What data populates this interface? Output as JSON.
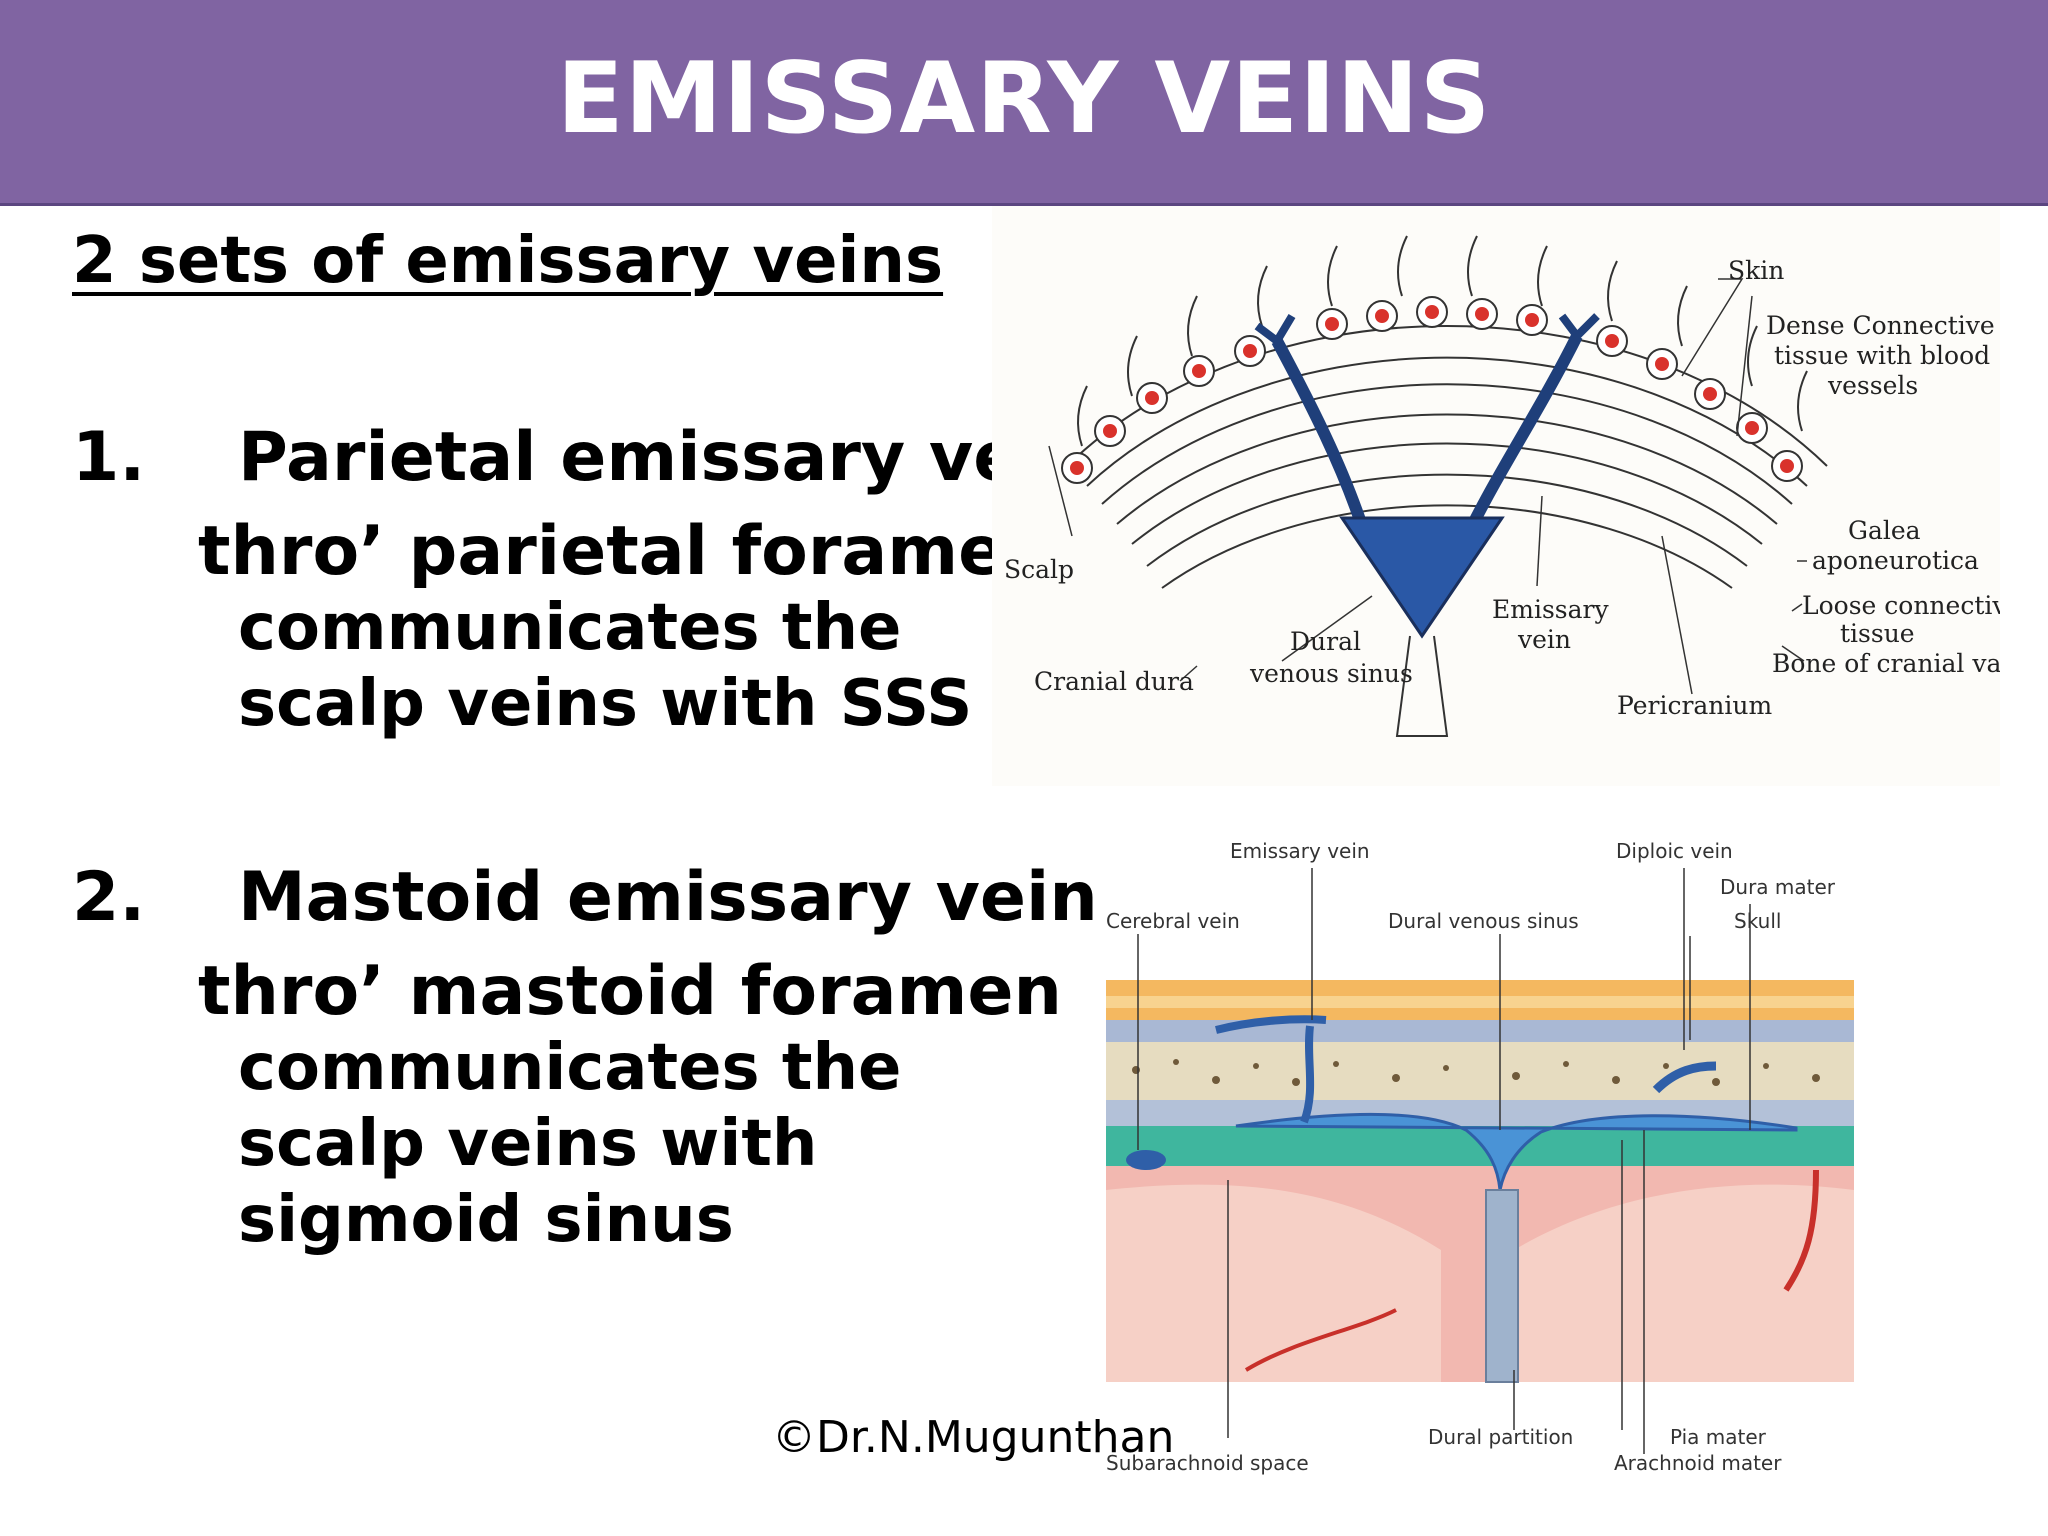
{
  "header": {
    "title": "EMISSARY VEINS"
  },
  "subtitle": "2 sets of emissary veins",
  "items": [
    {
      "number": "1.",
      "heading": "Parietal emissary vein",
      "line1": "thro’ parietal foramen",
      "cont": [
        "communicates the",
        "scalp veins with SSS"
      ]
    },
    {
      "number": "2.",
      "heading": "Mastoid emissary vein",
      "line1": "thro’ mastoid foramen",
      "cont": [
        "communicates the",
        "scalp veins with",
        "sigmoid sinus"
      ]
    }
  ],
  "copyright": "©Dr.N.Mugunthan",
  "figure1": {
    "labels": {
      "skin": "Skin",
      "dense1": "Dense Connective",
      "dense2": "tissue with blood",
      "dense3": "vessels",
      "galea1": "Galea",
      "galea2": "aponeurotica",
      "loose1": "Loose connective",
      "loose2": "tissue",
      "bone": "Bone of cranial vault",
      "scalp": "Scalp",
      "cranial_dura": "Cranial dura",
      "dural1": "Dural",
      "dural2": "venous sinus",
      "emissary1": "Emissary",
      "emissary2": "vein",
      "pericranium": "Pericranium"
    }
  },
  "figure2": {
    "labels": {
      "emissary_vein": "Emissary vein",
      "diploic_vein": "Diploic vein",
      "dura_mater": "Dura mater",
      "cerebral_vein": "Cerebral vein",
      "dural_venous_sinus": "Dural venous sinus",
      "skull": "Skull",
      "dural_partition": "Dural partition",
      "pia_mater": "Pia mater",
      "subarachnoid_space": "Subarachnoid space",
      "arachnoid_mater": "Arachnoid mater"
    }
  },
  "colors": {
    "header_bg": "#8064a2",
    "header_text": "#ffffff",
    "sinus_blue": "#2f5fa8"
  }
}
